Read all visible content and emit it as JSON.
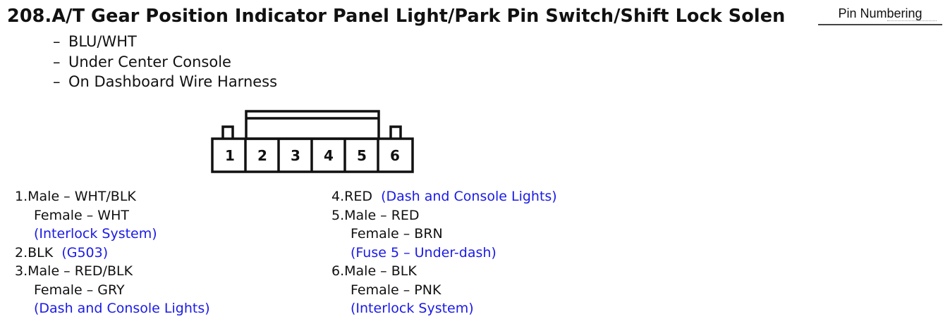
{
  "title": "208.A/T Gear Position Indicator Panel Light/Park Pin Switch/Shift Lock Solen",
  "tab": {
    "label": "Pin Numbering"
  },
  "connector_info": [
    "BLU/WHT",
    "Under Center Console",
    "On Dashboard Wire Harness"
  ],
  "connector": {
    "pins": [
      "1",
      "2",
      "3",
      "4",
      "5",
      "6"
    ]
  },
  "pins": [
    {
      "line1": "1.Male – WHT/BLK",
      "line2": "Female – WHT",
      "circuit": "(Interlock System)"
    },
    {
      "line1": "2.BLK",
      "circuit": "(G503)"
    },
    {
      "line1": "3.Male – RED/BLK",
      "line2": "Female – GRY",
      "circuit": "(Dash and Console Lights)"
    },
    {
      "line1": "4.RED",
      "circuit": "(Dash and Console Lights)"
    },
    {
      "line1": "5.Male – RED",
      "line2": "Female – BRN",
      "circuit": "(Fuse 5 – Under-dash)"
    },
    {
      "line1": "6.Male – BLK",
      "line2": "Female – PNK",
      "circuit": "(Interlock System)"
    }
  ],
  "colors": {
    "text": "#111111",
    "circuit": "#1a1ae6"
  }
}
